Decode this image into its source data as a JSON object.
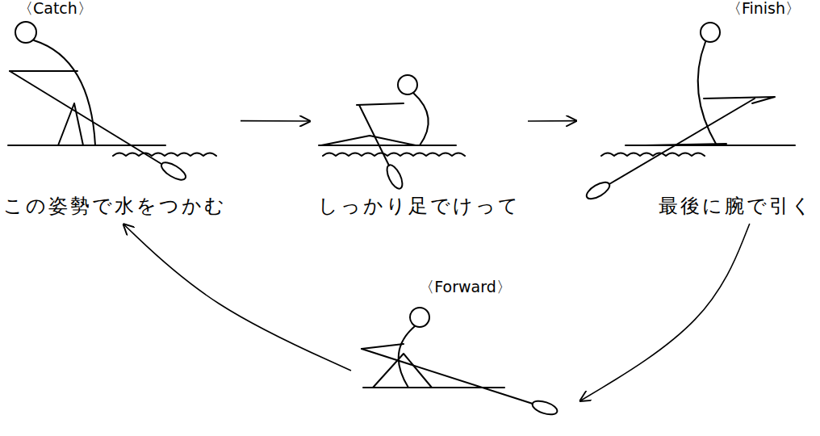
{
  "diagram": {
    "nodes": [
      {
        "text": [
          "〈Catch〉",
          "この姿勢で水をつかむ"
        ]
      },
      {
        "text": [
          "しっかり足でけって"
        ]
      },
      {
        "text": [
          "〈Finish〉",
          "最後に腕で引く"
        ]
      },
      {
        "text": [
          "〈Forward〉"
        ]
      }
    ],
    "edges": [
      {
        "from": 0,
        "to": 1,
        "arrow": "to"
      },
      {
        "from": 1,
        "to": 2,
        "arrow": "to"
      },
      {
        "from": 2,
        "to": 3,
        "arrow": "to"
      },
      {
        "from": 3,
        "to": 0,
        "arrow": "to"
      }
    ]
  }
}
